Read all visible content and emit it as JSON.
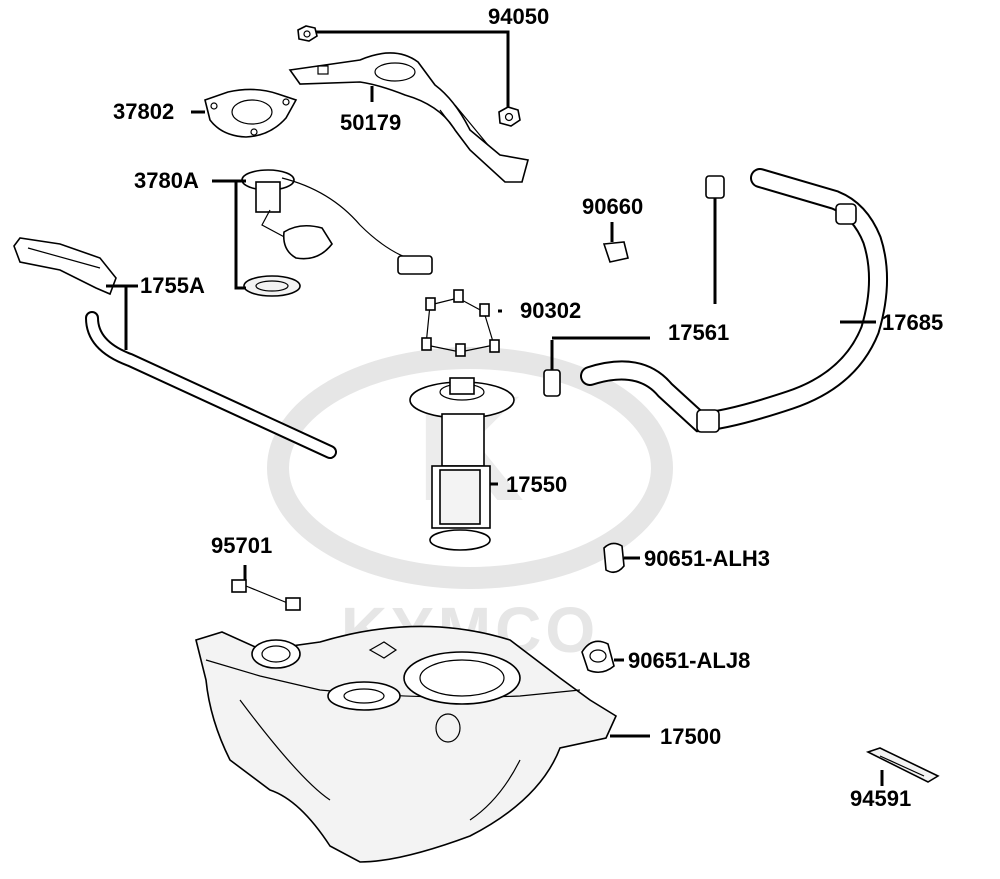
{
  "watermark": {
    "brand": "KYMCO",
    "logo_letter": "K"
  },
  "callouts": {
    "94050": "94050",
    "50179": "50179",
    "37802": "37802",
    "3780A": "3780A",
    "1755A": "1755A",
    "90660": "90660",
    "90302": "90302",
    "17561": "17561",
    "17685": "17685",
    "17550": "17550",
    "95701": "95701",
    "90651_ALH3": "90651-ALH3",
    "90651_ALJ8": "90651-ALJ8",
    "17500": "17500",
    "94591": "94591"
  }
}
